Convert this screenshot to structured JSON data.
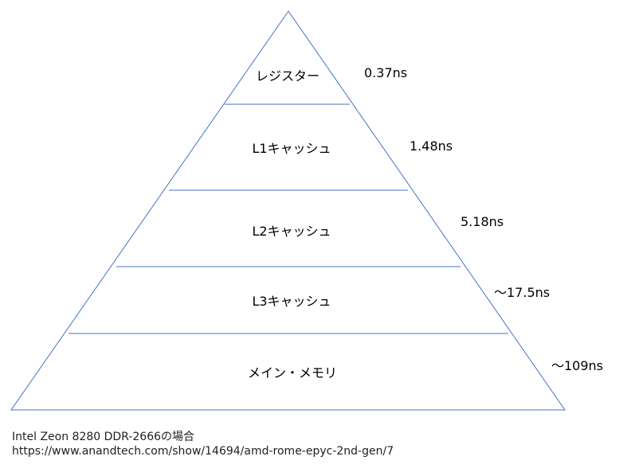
{
  "pyramid": {
    "line_color": "#4472C4",
    "levels": [
      {
        "name": "レジスター",
        "latency": "0.37ns"
      },
      {
        "name": "L1キャッシュ",
        "latency": "1.48ns"
      },
      {
        "name": "L2キャッシュ",
        "latency": "5.18ns"
      },
      {
        "name": "L3キャッシュ",
        "latency": "〜17.5ns"
      },
      {
        "name": "メイン・メモリ",
        "latency": "〜109ns"
      }
    ]
  },
  "caption": {
    "line1": "Intel Zeon 8280 DDR-2666の場合",
    "line2": "https://www.anandtech.com/show/14694/amd-rome-epyc-2nd-gen/7"
  }
}
